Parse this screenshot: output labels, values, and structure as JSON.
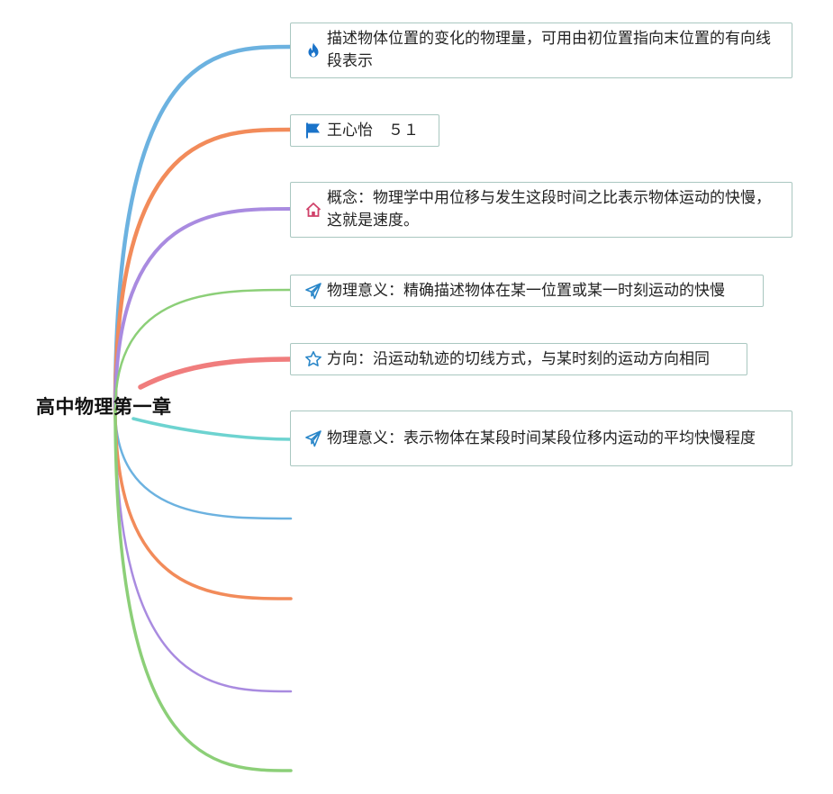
{
  "root": {
    "label": "高中物理第一章"
  },
  "colors": {
    "node_border": "#a9c7c0",
    "branches": [
      "#6cb2e0",
      "#f28b5a",
      "#a98be0",
      "#8ccf78",
      "#f07d7d",
      "#6dd3d0",
      "#6cb2e0",
      "#f28b5a",
      "#a98be0",
      "#8ccf78"
    ]
  },
  "nodes": [
    {
      "icon": "fire-icon",
      "icon_color": "#1a73c9",
      "text": "描述物体位置的变化的物理量，可用由初位置指向末位置的有向线段表示"
    },
    {
      "icon": "flag-icon",
      "icon_color": "#1a73c9",
      "text": "王心怡　５１"
    },
    {
      "icon": "home-icon",
      "icon_color": "#d0426a",
      "text": "概念：物理学中用位移与发生这段时间之比表示物体运动的快慢，这就是速度。"
    },
    {
      "icon": "send-icon",
      "icon_color": "#2a87c9",
      "text": "物理意义：精确描述物体在某一位置或某一时刻运动的快慢"
    },
    {
      "icon": "star-icon",
      "icon_color": "#2a87c9",
      "text": "方向：沿运动轨迹的切线方式，与某时刻的运动方向相同"
    },
    {
      "icon": "send-icon",
      "icon_color": "#2a87c9",
      "text": "物理意义：表示物体在某段时间某段位移内运动的平均快慢程度"
    }
  ]
}
